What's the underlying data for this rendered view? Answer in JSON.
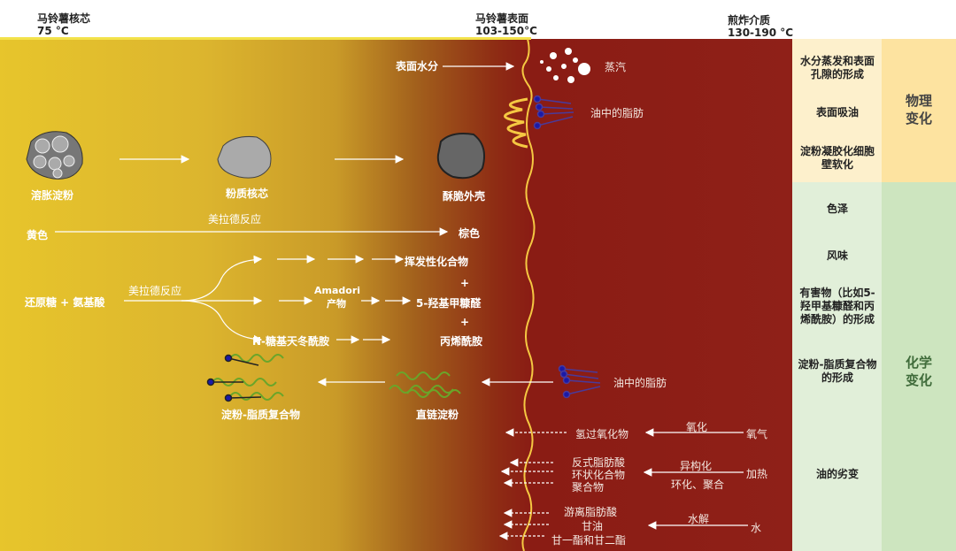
{
  "header": {
    "core": {
      "label": "马铃薯核芯",
      "temp": "75 °C"
    },
    "surface": {
      "label": "马铃薯表面",
      "temp": "103-150°C"
    },
    "medium": {
      "label": "煎炸介质",
      "temp": "130-190 °C"
    }
  },
  "physical": {
    "surface_water": "表面水分",
    "steam": "蒸汽",
    "fat_in_oil": "油中的脂肪",
    "granules": [
      "溶胀淀粉",
      "粉质核芯",
      "酥脆外壳"
    ]
  },
  "maillard": {
    "color_reaction": "美拉德反应",
    "yellow": "黄色",
    "brown": "棕色",
    "reactants": "还原糖 + 氨基酸",
    "reaction": "美拉德反应",
    "volatile": "挥发性化合物",
    "plus1": "+",
    "amadori_line1": "Amadori",
    "amadori_line2": "产物",
    "hmf": "5-羟基甲糠醛",
    "plus2": "+",
    "asparagine": "N-糖基天冬酰胺",
    "acrylamide": "丙烯酰胺"
  },
  "lipid": {
    "complex": "淀粉-脂质复合物",
    "amylose": "直链淀粉",
    "fat_in_oil": "油中的脂肪"
  },
  "oil_degradation": {
    "hydroperoxide": "氢过氧化物",
    "oxidation": "氧化",
    "oxygen": "氧气",
    "trans_fa": "反式脂肪酸",
    "cyclic": "环状化合物",
    "polymer": "聚合物",
    "isomerization": "异构化",
    "cyclization": "环化、聚合",
    "heating": "加热",
    "free_fa": "游离脂肪酸",
    "glycerol": "甘油",
    "mono_di": "甘一酯和甘二酯",
    "hydrolysis": "水解",
    "water": "水"
  },
  "right_panel": {
    "physical_items": [
      "水分蒸发和表面孔隙的形成",
      "表面吸油",
      "淀粉凝胶化细胞壁软化"
    ],
    "physical_label": "物理变化",
    "chemical_items": [
      "色泽",
      "风味",
      "有害物（比如5-羟甲基糠醛和丙烯酰胺）的形成",
      "淀粉-脂质复合物的形成",
      "油的劣变"
    ],
    "chemical_label": "化学变化"
  },
  "colors": {
    "core": "#e7c52c",
    "oil": "#8a1c14",
    "phys_light": "#fdf0cc",
    "phys": "#fde3a0",
    "chem_light": "#e1efd9",
    "chem": "#cde5bf",
    "surface_line": "#f5c842"
  }
}
